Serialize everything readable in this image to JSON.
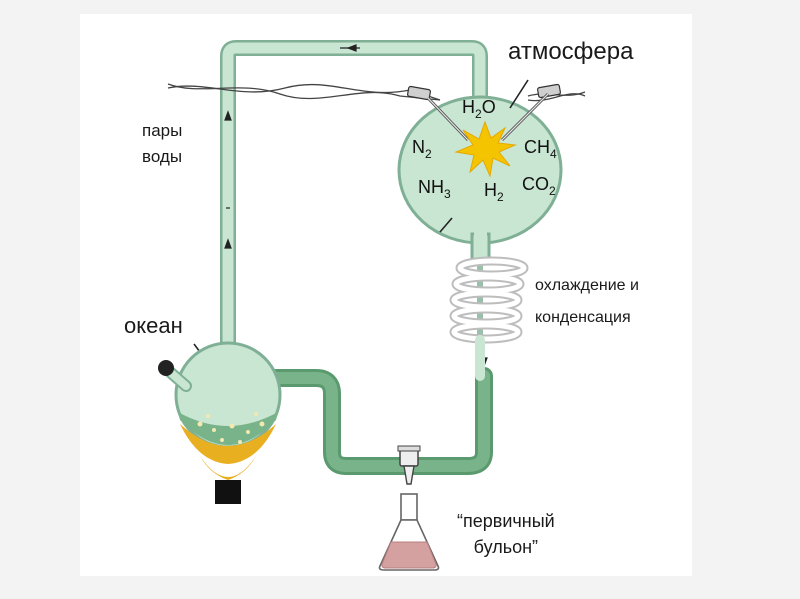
{
  "labels": {
    "atmosphere": "атмосфера",
    "water_vapor_line1": "пары",
    "water_vapor_line2": "воды",
    "ocean": "океан",
    "cooling_line1": "охлаждение и",
    "cooling_line2": "конденсация",
    "broth_line1": "“первичный",
    "broth_line2": "бульон”"
  },
  "gases": {
    "h2o": {
      "base": "H",
      "sub": "2",
      "tail": "O"
    },
    "n2": {
      "base": "N",
      "sub": "2",
      "tail": ""
    },
    "ch4": {
      "base": "CH",
      "sub": "4",
      "tail": ""
    },
    "nh3": {
      "base": "NH",
      "sub": "3",
      "tail": ""
    },
    "h2": {
      "base": "H",
      "sub": "2",
      "tail": ""
    },
    "co2": {
      "base": "CO",
      "sub": "2",
      "tail": ""
    }
  },
  "colors": {
    "glass_fill": "#c8e6d2",
    "glass_stroke": "#7faf95",
    "liquid": "#78b38a",
    "spark": "#f5c400",
    "flame": "#e8b020",
    "broth": "#d4a0a0"
  }
}
